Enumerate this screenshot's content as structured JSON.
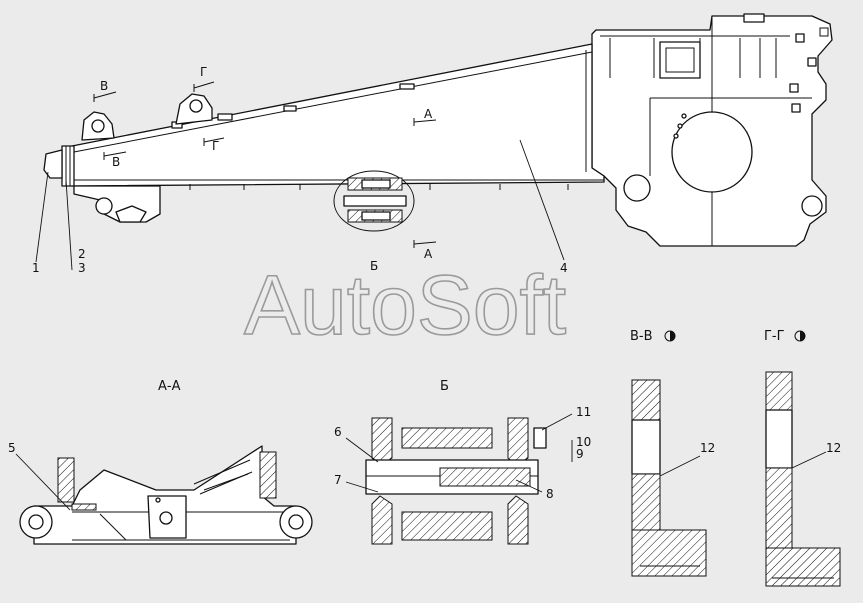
{
  "watermark": "AutoSoft",
  "labels": {
    "p1": "1",
    "p2": "2",
    "p3": "3",
    "p4": "4",
    "p5": "5",
    "p6": "6",
    "p7": "7",
    "p8": "8",
    "p9": "9",
    "p10": "10",
    "p11": "11",
    "p12a": "12",
    "p12b": "12"
  },
  "markers": {
    "v_top": "В",
    "v_side": "В",
    "g_top": "Г",
    "g_side": "Г",
    "a_top": "А",
    "a_bottom": "А",
    "b_callout": "Б"
  },
  "section_titles": {
    "aa": "А-А",
    "b": "Б",
    "vv": "В-В",
    "gg": "Г-Г"
  },
  "icons": [
    "rotation-symbol-icon",
    "rotation-symbol-icon"
  ]
}
